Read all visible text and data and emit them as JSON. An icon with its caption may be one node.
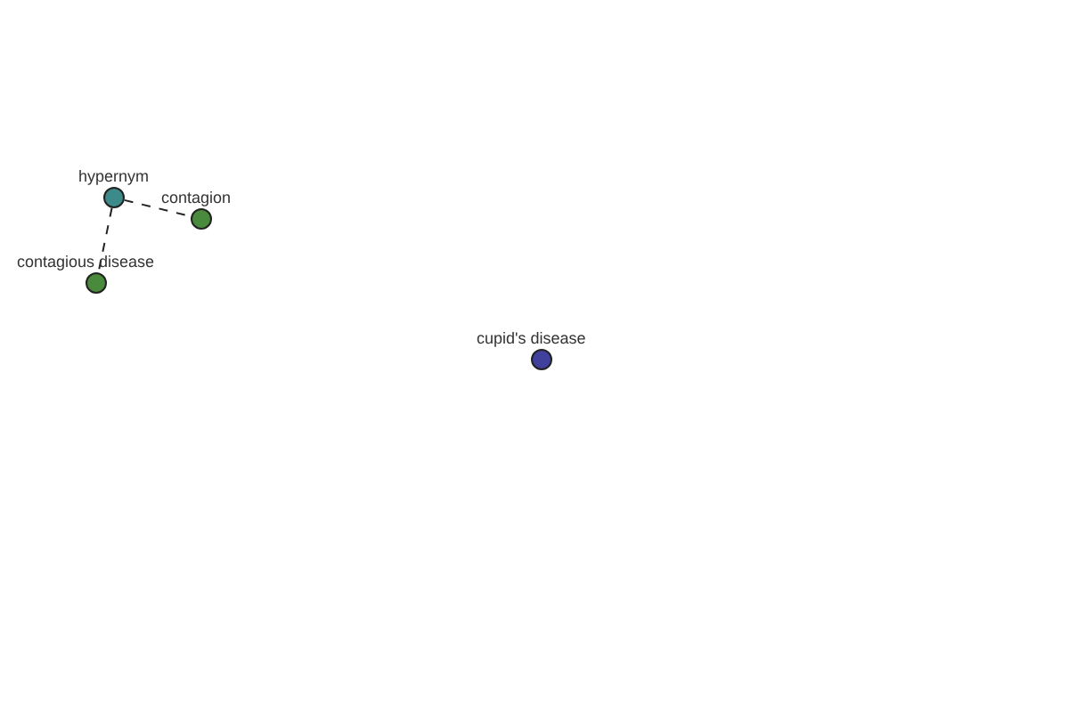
{
  "diagram": {
    "nodes": [
      {
        "text": [],
        "shape": "circle",
        "beside": [
          "hypernym"
        ]
      },
      {
        "text": [],
        "shape": "circle",
        "beside": [
          "contagion"
        ]
      },
      {
        "text": [],
        "shape": "circle",
        "beside": [
          "contagious disease"
        ]
      },
      {
        "text": [],
        "shape": "circle",
        "beside": [
          "cupid's disease"
        ]
      }
    ],
    "edges": [
      {
        "from": 0,
        "to": 1,
        "arrow": "none",
        "style": "dashed"
      },
      {
        "from": 0,
        "to": 2,
        "arrow": "none",
        "style": "dashed"
      }
    ]
  }
}
